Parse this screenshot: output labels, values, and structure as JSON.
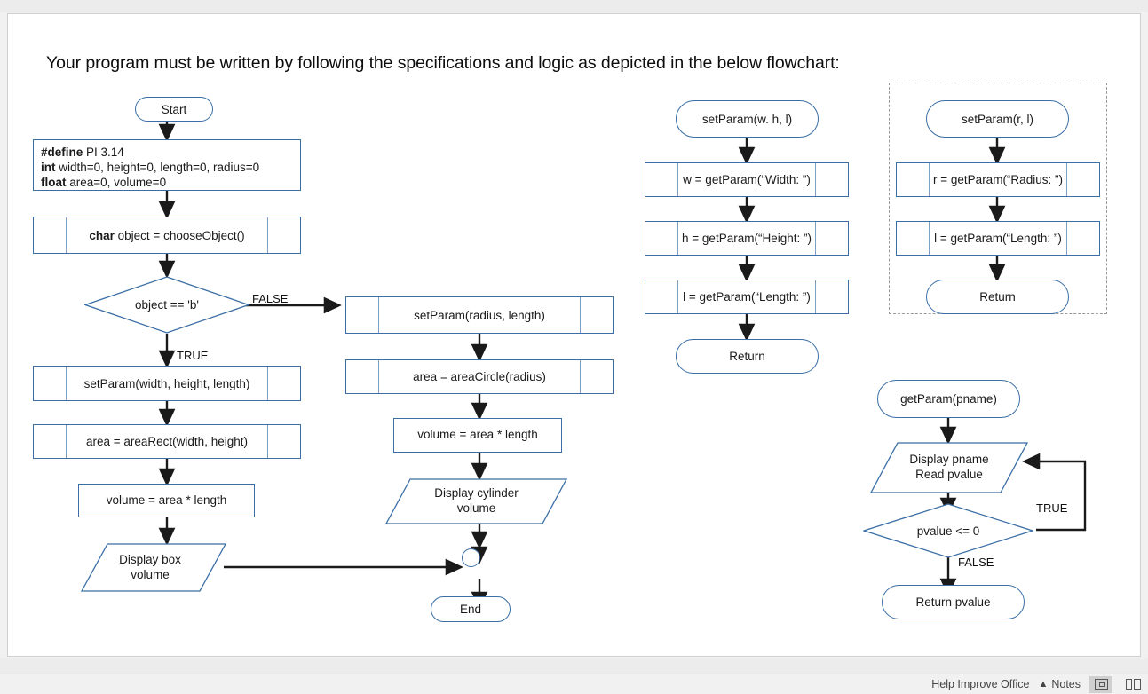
{
  "app": {
    "statusbar": {
      "help_text": "Help Improve Office",
      "notes_label": "Notes",
      "notes_caret_icon": "caret-up-icon",
      "view_normal_icon": "normal-view-icon",
      "view_sorter_icon": "slide-sorter-icon"
    }
  },
  "slide": {
    "headline": "Your program must be written by following the specifications and logic as depicted in the below flowchart:"
  },
  "flowchart": {
    "colors": {
      "shape_stroke": "#3a6ea5",
      "subroutine_inner_rule": "#7ba0c4",
      "arrow": "#1a1a1a",
      "dashed_group": "#9a9a9a",
      "text": "#1a1a1a"
    },
    "main": {
      "start": "Start",
      "declarations": {
        "line1_kw": "#define",
        "line1_rest": " PI 3.14",
        "line2_kw": "int",
        "line2_rest": " width=0, height=0, length=0, radius=0",
        "line3_kw": "float",
        "line3_rest": " area=0, volume=0"
      },
      "choose_object_kw": "char",
      "choose_object_rest": " object = chooseObject()",
      "decision": "object == 'b'",
      "decision_true": "TRUE",
      "decision_false": "FALSE",
      "box_branch": {
        "set_param": "setParam(width, height, length)",
        "area": "area = areaRect(width, height)",
        "volume": "volume = area * length",
        "display": "Display box\nvolume",
        "display_line1": "Display box",
        "display_line2": "volume"
      },
      "cylinder_branch": {
        "set_param": "setParam(radius, length)",
        "area": "area = areaCircle(radius)",
        "volume": "volume = area * length",
        "display_line1": "Display cylinder",
        "display_line2": "volume"
      },
      "end": "End"
    },
    "set_param_whl": {
      "title": "setParam(w. h, l)",
      "steps": [
        "w = getParam(“Width: ”)",
        "h = getParam(“Height: ”)",
        "l = getParam(“Length: ”)"
      ],
      "return": "Return"
    },
    "set_param_rl": {
      "title": "setParam(r, l)",
      "steps": [
        "r = getParam(“Radius: ”)",
        "l = getParam(“Length: ”)"
      ],
      "return": "Return"
    },
    "get_param": {
      "title": "getParam(pname)",
      "io_line1": "Display pname",
      "io_line2": "Read pvalue",
      "decision": "pvalue <= 0",
      "label_true": "TRUE",
      "label_false": "FALSE",
      "return": "Return pvalue"
    }
  }
}
